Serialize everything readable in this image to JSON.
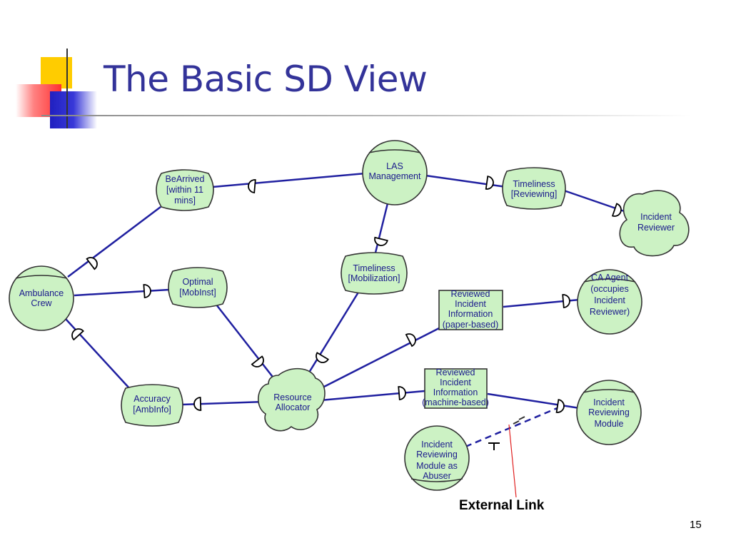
{
  "slide": {
    "title": "The Basic SD View",
    "page_number": "15",
    "callout_label": "External Link"
  },
  "colors": {
    "title": "#333399",
    "node_fill": "#ccf2c4",
    "link": "#2020a0",
    "callout_line": "#e02020"
  },
  "nodes": [
    {
      "id": "ambulance_crew",
      "kind": "actor",
      "lines": [
        "Ambulance",
        "Crew"
      ]
    },
    {
      "id": "las_management",
      "kind": "actor",
      "lines": [
        "LAS",
        "Management"
      ]
    },
    {
      "id": "incident_reviewer",
      "kind": "agent",
      "lines": [
        "Incident",
        "Reviewer"
      ]
    },
    {
      "id": "ca_agent",
      "kind": "actor",
      "lines": [
        "CA Agent",
        "(occupies",
        "Incident",
        "Reviewer)"
      ]
    },
    {
      "id": "incident_reviewing_module",
      "kind": "actor",
      "lines": [
        "Incident",
        "Reviewing",
        "Module"
      ]
    },
    {
      "id": "irm_abuser",
      "kind": "actor",
      "lines": [
        "Incident",
        "Reviewing",
        "Module as",
        "Abuser"
      ]
    },
    {
      "id": "resource_allocator",
      "kind": "agent",
      "lines": [
        "Resource",
        "Allocator"
      ]
    },
    {
      "id": "bearrived",
      "kind": "softgoal",
      "lines": [
        "BeArrived",
        "[within 11",
        "mins]"
      ]
    },
    {
      "id": "optimal",
      "kind": "softgoal",
      "lines": [
        "Optimal",
        "[MobInst]"
      ]
    },
    {
      "id": "accuracy",
      "kind": "softgoal",
      "lines": [
        "Accuracy",
        "[AmbInfo]"
      ]
    },
    {
      "id": "timeliness_mob",
      "kind": "softgoal",
      "lines": [
        "Timeliness",
        "[Mobilization]"
      ]
    },
    {
      "id": "timeliness_rev",
      "kind": "softgoal",
      "lines": [
        "Timeliness",
        "[Reviewing]"
      ]
    },
    {
      "id": "rii_paper",
      "kind": "resource",
      "lines": [
        "Reviewed",
        "Incident",
        "Information",
        "(paper-based)"
      ]
    },
    {
      "id": "rii_machine",
      "kind": "resource",
      "lines": [
        "Reviewed",
        "Incident",
        "Information",
        "(machine-based)"
      ]
    }
  ]
}
